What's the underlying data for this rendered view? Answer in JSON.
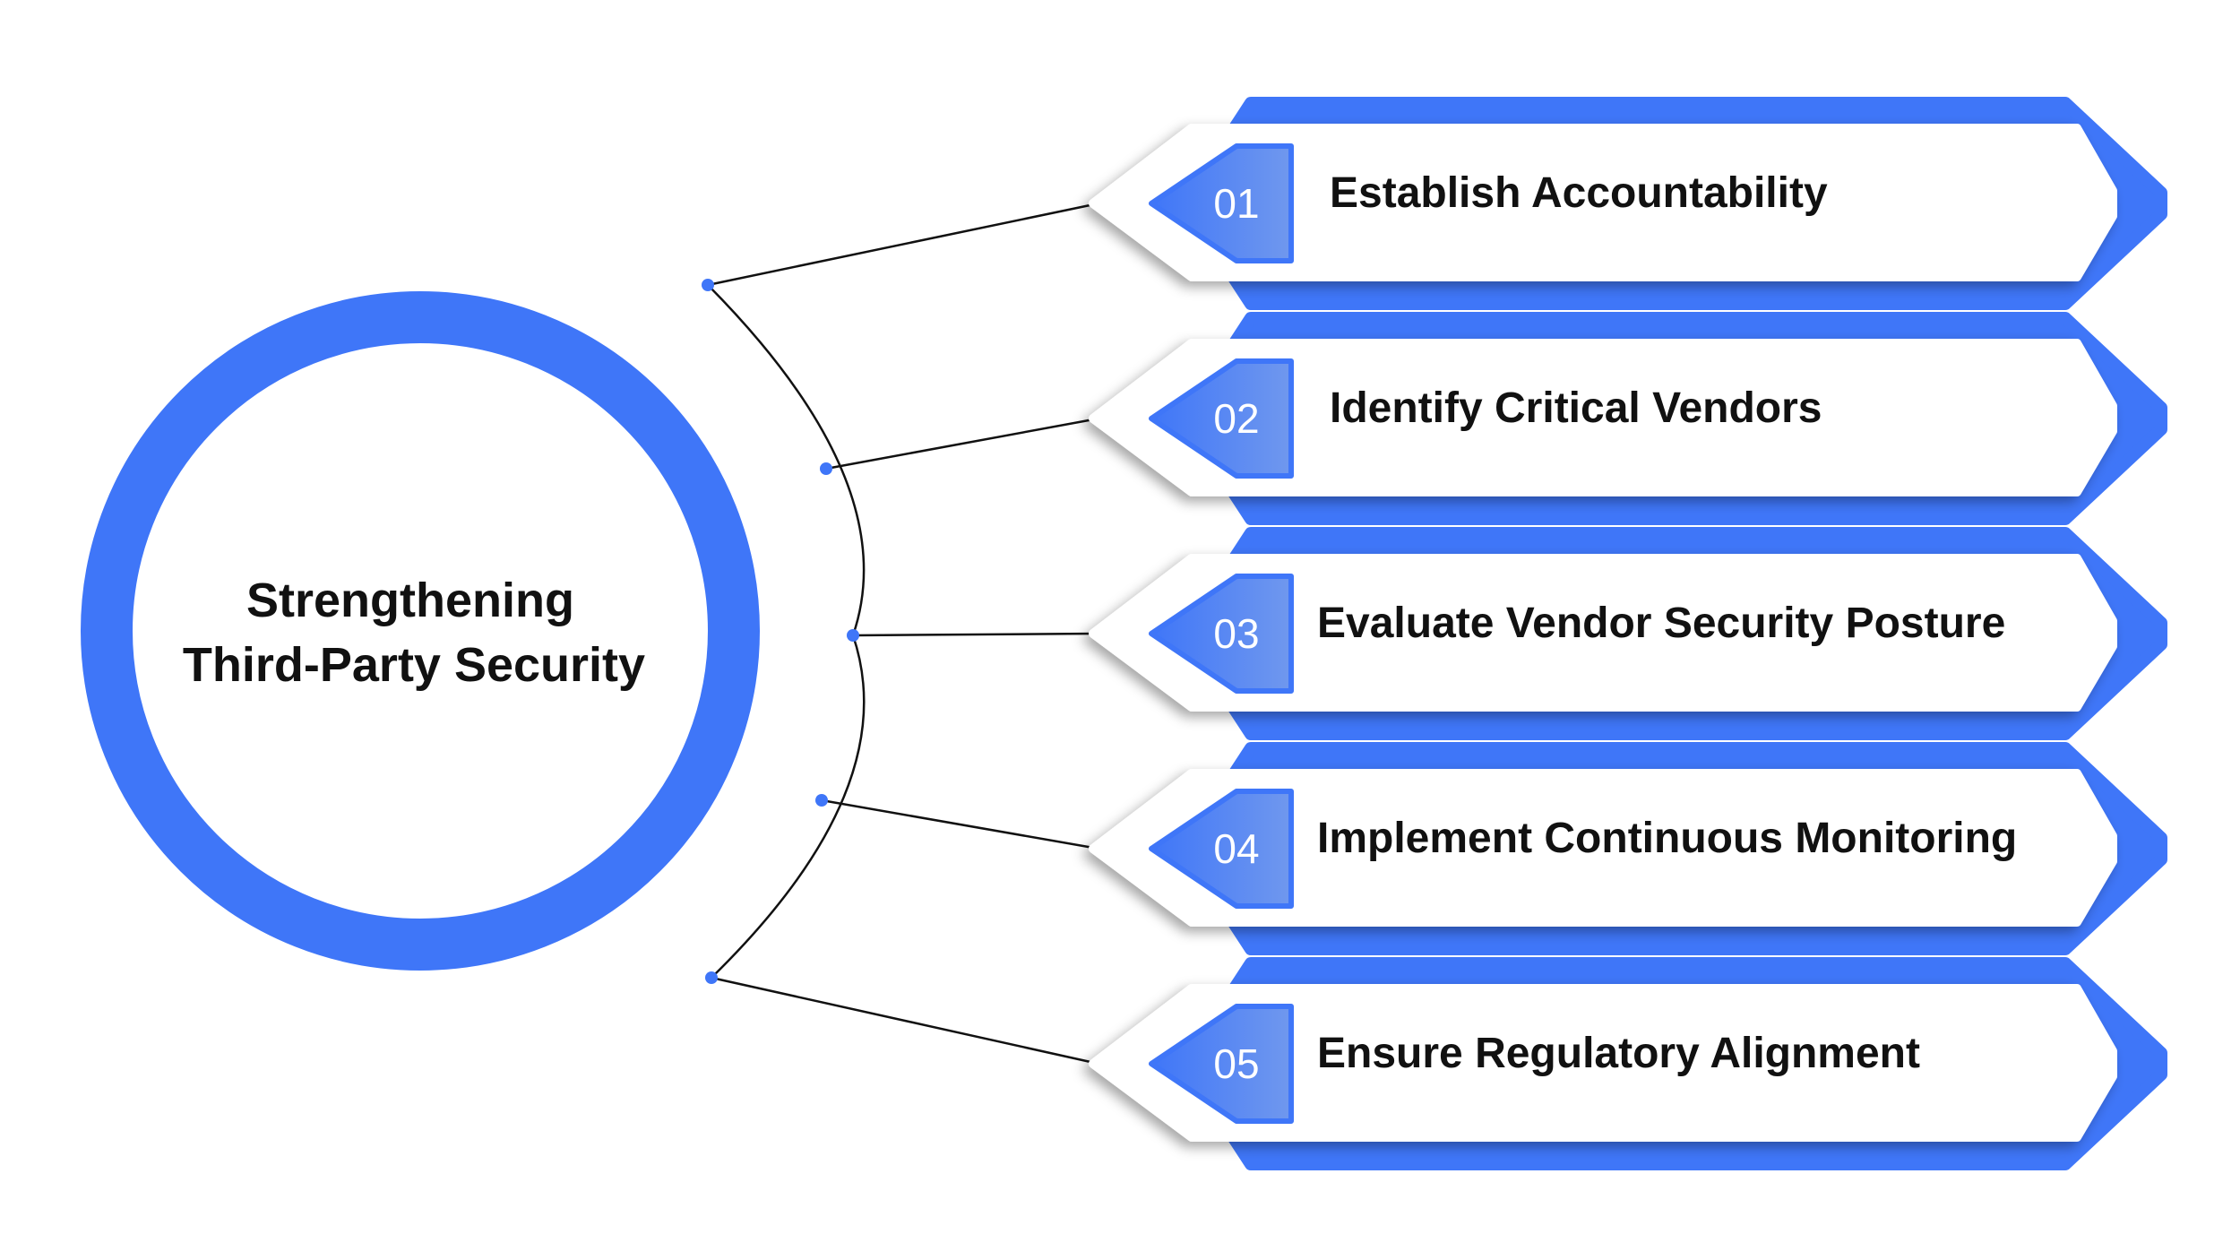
{
  "center": {
    "title_line1": "Strengthening",
    "title_line2": "Third-Party Security"
  },
  "steps": [
    {
      "number": "01",
      "label": "Establish Accountability"
    },
    {
      "number": "02",
      "label": "Identify Critical Vendors"
    },
    {
      "number": "03",
      "label": "Evaluate Vendor Security Posture"
    },
    {
      "number": "04",
      "label": "Implement Continuous Monitoring"
    },
    {
      "number": "05",
      "label": "Ensure Regulatory Alignment"
    }
  ],
  "colors": {
    "accent": "#3f76f8",
    "accent_dark": "#2f5fd6",
    "badge_light": "#6f96f2",
    "connector": "#111111"
  }
}
